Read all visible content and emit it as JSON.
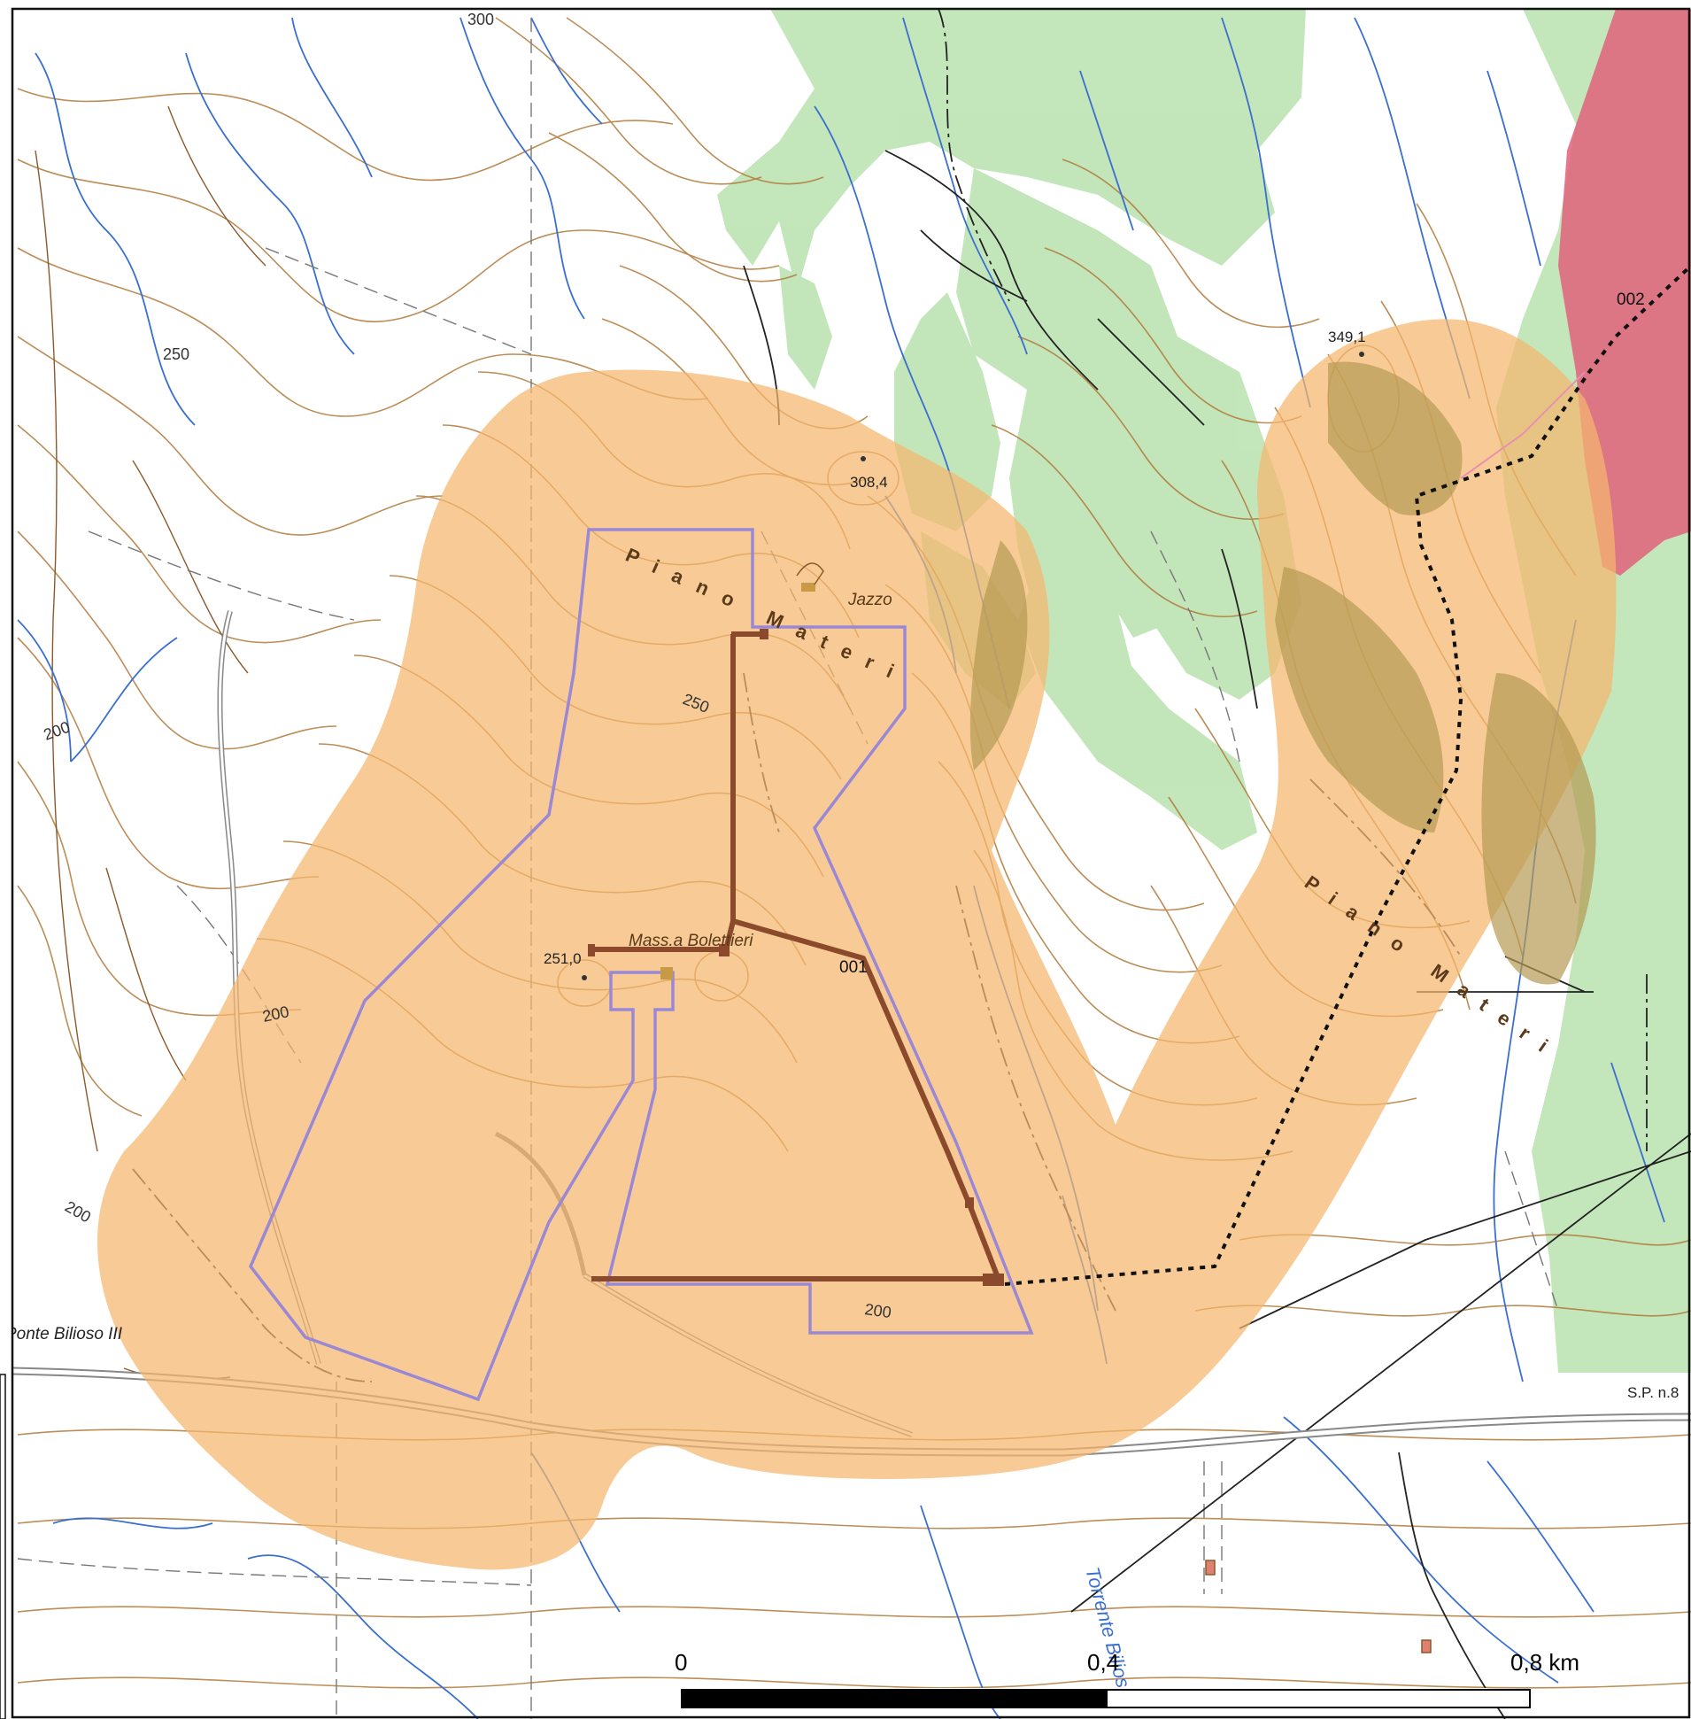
{
  "map": {
    "contour_labels": [
      "300",
      "250",
      "200",
      "250",
      "200",
      "200",
      "200"
    ],
    "spot_heights": [
      "308,4",
      "349,1",
      "251,0"
    ],
    "place_names": {
      "piano_materi_1": "Piano Materi",
      "piano_materi_2": "Piano Materi",
      "jazzo": "Jazzo",
      "masseria": "Mass.a Bolettieri",
      "ponte": "Ponte Bilioso III",
      "road": "S.P. n.8",
      "torrente": "Torrente Bilioso"
    },
    "feature_ids": {
      "f001": "001",
      "f002": "002"
    }
  },
  "scale_bar": {
    "label_0": "0",
    "label_mid": "0,4",
    "label_end": "0,8 km"
  },
  "colors": {
    "buffer": "#f5b76e",
    "forest": "#bde3b3",
    "red_zone": "#e0607a",
    "site_outline": "#9a88d4",
    "cable": "#8b4a2b",
    "contour": "#b07a3a",
    "stream": "#3a6fd0"
  }
}
